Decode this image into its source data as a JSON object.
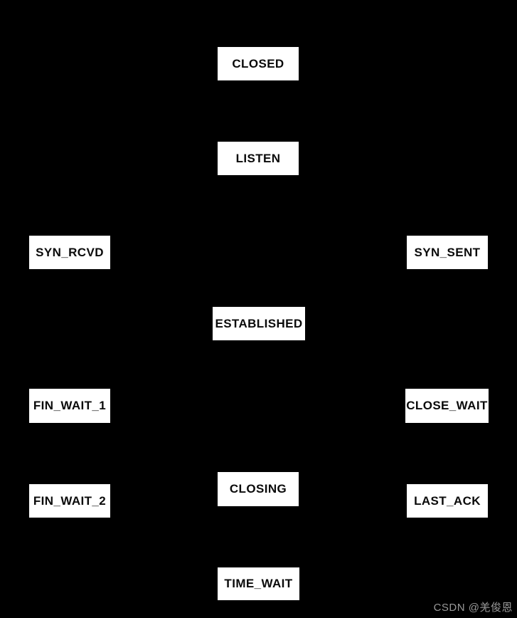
{
  "diagram": {
    "type": "state-diagram",
    "states": [
      {
        "id": "closed",
        "label": "CLOSED"
      },
      {
        "id": "listen",
        "label": "LISTEN"
      },
      {
        "id": "syn-rcvd",
        "label": "SYN_RCVD"
      },
      {
        "id": "syn-sent",
        "label": "SYN_SENT"
      },
      {
        "id": "established",
        "label": "ESTABLISHED"
      },
      {
        "id": "fin-wait-1",
        "label": "FIN_WAIT_1"
      },
      {
        "id": "close-wait",
        "label": "CLOSE_WAIT"
      },
      {
        "id": "fin-wait-2",
        "label": "FIN_WAIT_2"
      },
      {
        "id": "closing",
        "label": "CLOSING"
      },
      {
        "id": "last-ack",
        "label": "LAST_ACK"
      },
      {
        "id": "time-wait",
        "label": "TIME_WAIT"
      }
    ]
  },
  "watermark": {
    "text": "CSDN @羌俊恩"
  },
  "colors": {
    "background": "#000000",
    "box_bg": "#ffffff",
    "box_text": "#0a0a0a",
    "watermark": "#999999"
  }
}
